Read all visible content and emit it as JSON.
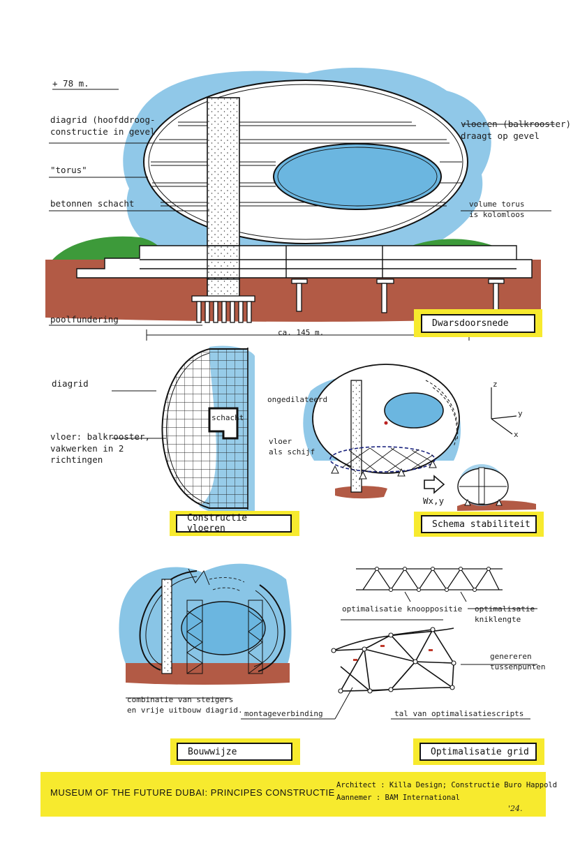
{
  "section": {
    "height_label": "+ 78 m.",
    "label_diagrid": "diagrid (hoofddroog-\nconstructie in gevel",
    "label_torus": "\"torus\"",
    "label_schacht": "betonnen schacht",
    "label_vloeren": "vloeren (balkrooster)\ndraagt op gevel",
    "label_volume": "volume torus\nis kolomloos",
    "label_pool": "poolfundering",
    "width_label": "ca. 145 m.",
    "title": "Dwarsdoorsnede"
  },
  "floors": {
    "label_diagrid": "diagrid",
    "label_vloer": "vloer: balkrooster,\nvakwerken in 2\nrichtingen",
    "label_schacht": "schacht",
    "title": "Constructie vloeren"
  },
  "stability": {
    "label_ongedilateerd": "ongedilateerd",
    "label_vloer": "vloer\nals schijf",
    "axis_z": "z",
    "axis_y": "y",
    "axis_x": "x",
    "wind_label": "Wx,y",
    "title": "Schema stabiliteit"
  },
  "construction": {
    "label_combination": "combinatie van steigers\nen vrije uitbouw diagrid.",
    "title": "Bouwwijze"
  },
  "optimization": {
    "label_knoop": "optimalisatie knooppositie",
    "label_knik": "optimalisatie\nkniklengte",
    "label_tussenpunten": "genereren\ntussenpunten",
    "label_montage": "montageverbinding",
    "label_scripts": "tal van optimalisatiescripts",
    "title": "Optimalisatie grid"
  },
  "footer": {
    "title": "MUSEUM OF THE FUTURE DUBAI: PRINCIPES CONSTRUCTIE",
    "architect": "Architect : Killa Design; Constructie Buro Happold",
    "contractor": "Aannemer : BAM International",
    "signature": "'24."
  },
  "colors": {
    "sky": "#6bb6e0",
    "earth": "#b25a45",
    "grass": "#3d9a3a",
    "highlight": "#f7ea2e",
    "ink": "#111111"
  }
}
